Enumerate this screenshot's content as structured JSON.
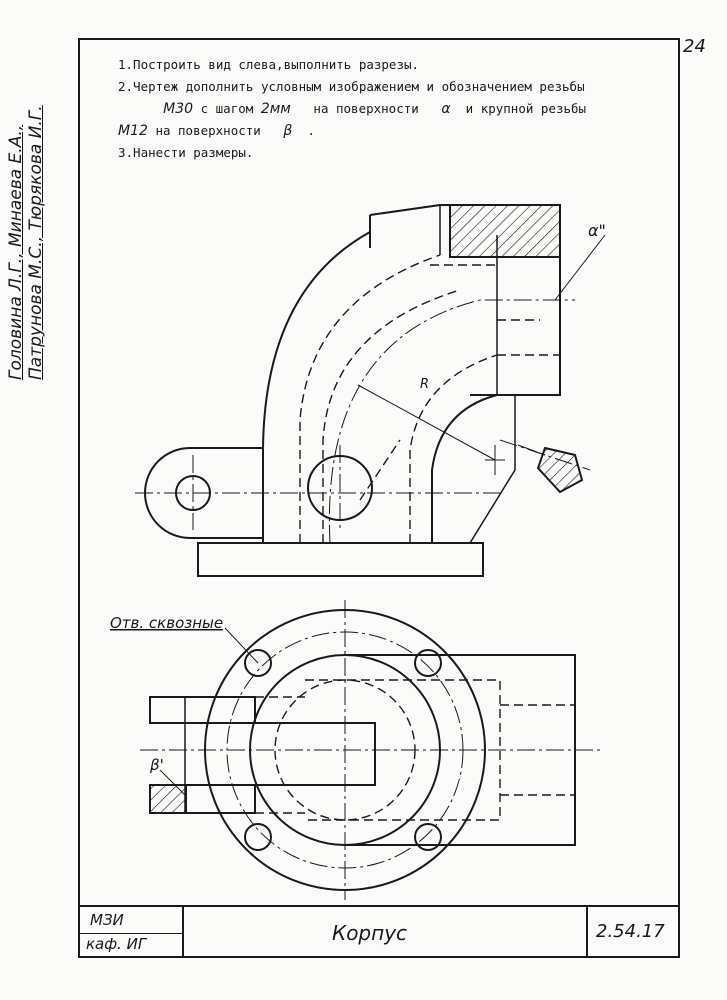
{
  "page_number": "24",
  "authors": {
    "line1": "Головина Л.Г., Минаева Е.А.,",
    "line2": "Патрунова М.С., Тюрякова И.Г."
  },
  "task": {
    "item1": "1.Построить вид слева,выполнить разрезы.",
    "item2_a": "2.Чертеж дополнить условным изображением и обозначением резьбы",
    "item2_b_thread": "М30",
    "item2_b_with": "с шагом",
    "item2_b_pitch": "2мм",
    "item2_b_surface": "на поверхности",
    "item2_b_alpha": "α",
    "item2_b_coarse": "и крупной резьбы",
    "item2_c_thread": "М12",
    "item2_c_surface": "на поверхности",
    "item2_c_beta": "β",
    "item2_c_dot": ".",
    "item3": "3.Нанести размеры."
  },
  "drawing": {
    "label_alpha": "α\"",
    "label_radius": "R",
    "label_holes": "Отв. сквозные",
    "label_beta": "β'"
  },
  "title_block": {
    "org_line1": "МЗИ",
    "org_line2": "каф. ИГ",
    "part_name": "Корпус",
    "code": "2.54.17"
  }
}
